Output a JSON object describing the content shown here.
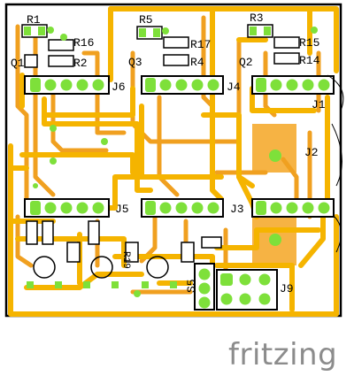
{
  "app": {
    "logo_text": "fritzing"
  },
  "board": {
    "colors": {
      "outline": "#000000",
      "trace_top": "#f5b400",
      "trace_bottom": "#f0a020",
      "pad": "#7ee03a",
      "silk": "#ffffff",
      "copper_fill": "#f5a623"
    }
  },
  "labels": {
    "R1": "R1",
    "R16": "R16",
    "R2": "R2",
    "Q1": "Q1",
    "R5": "R5",
    "R17": "R17",
    "Q3": "Q3",
    "R4": "R4",
    "R3": "R3",
    "R15": "R15",
    "R14": "R14",
    "Q2": "Q2",
    "J6": "J6",
    "J4": "J4",
    "J1": "J1",
    "J2": "J2",
    "J5": "J5",
    "J3": "J3",
    "J9": "J9",
    "S5": "S5",
    "R19": "R19"
  }
}
